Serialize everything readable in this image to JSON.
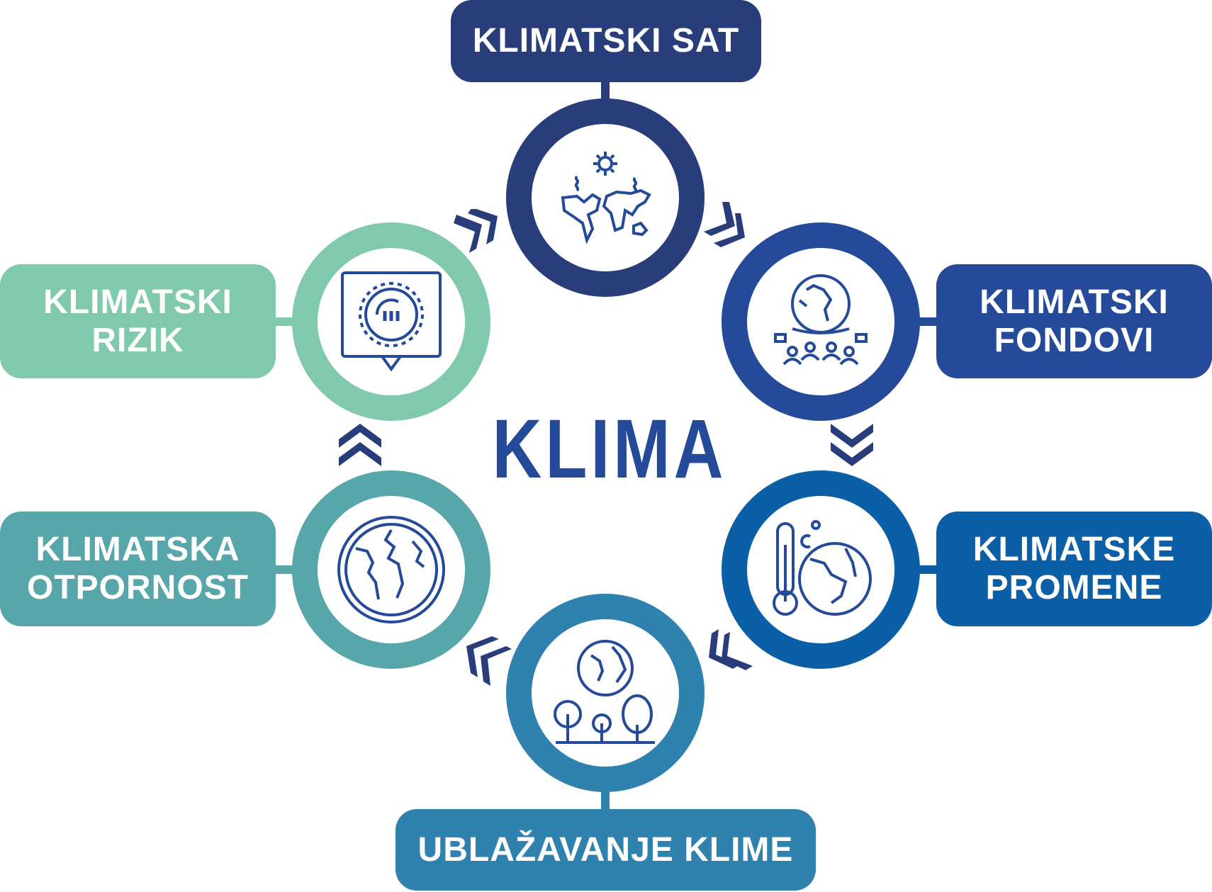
{
  "center_title": "KLIMA",
  "nodes": [
    {
      "label": "KLIMATSKI SAT",
      "color": "#283d7a",
      "icon": "world-map-heat-icon"
    },
    {
      "label_lines": [
        "KLIMATSKI",
        "FONDOVI"
      ],
      "color": "#244a99",
      "icon": "globe-community-icon"
    },
    {
      "label_lines": [
        "KLIMATSKE",
        "PROMENE"
      ],
      "color": "#0a5fa6",
      "icon": "thermometer-globe-icon"
    },
    {
      "label": "UBLAŽAVANJE KLIME",
      "color": "#2f82ad",
      "icon": "globe-trees-icon"
    },
    {
      "label_lines": [
        "KLIMATSKA",
        "OTPORNOST"
      ],
      "color": "#57a6aa",
      "icon": "globe-shield-icon"
    },
    {
      "label_lines": [
        "KLIMATSKI",
        "RIZIK"
      ],
      "color": "#80c9ad",
      "icon": "sun-warning-icon"
    }
  ],
  "icon_color": "#244a99"
}
